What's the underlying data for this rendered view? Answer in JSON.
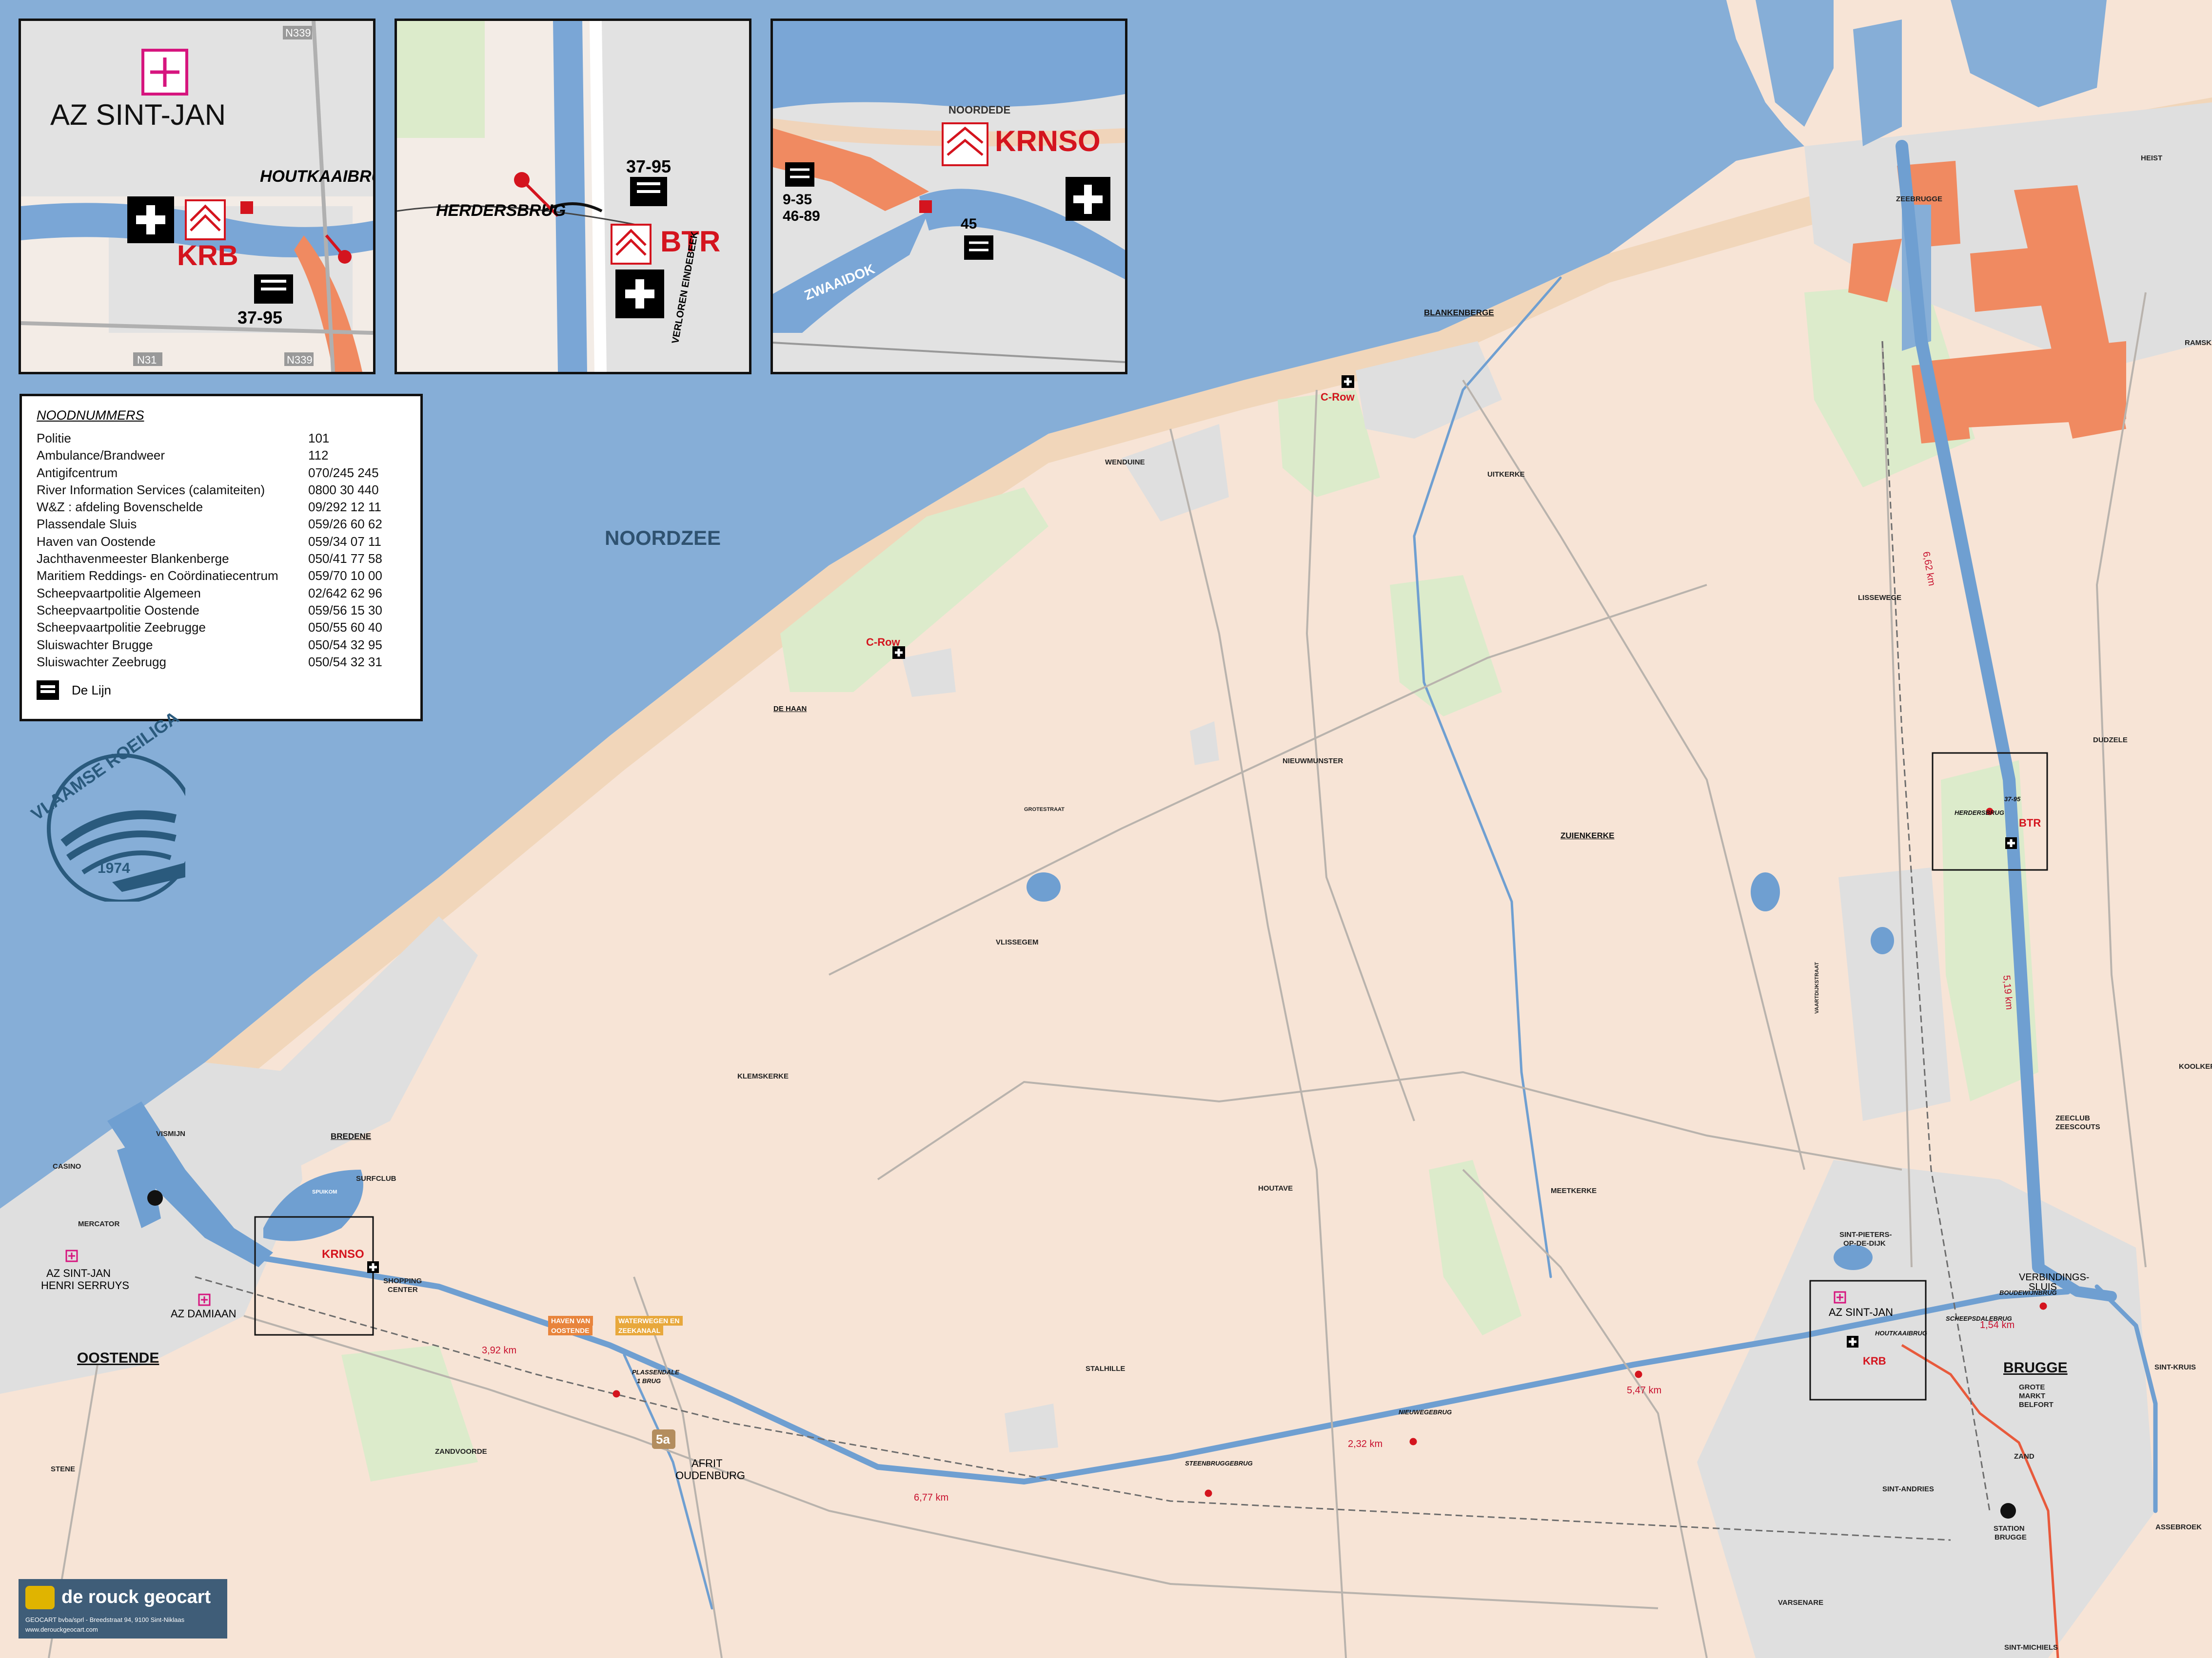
{
  "sea": {
    "name": "NOORDZEE"
  },
  "colors": {
    "sea": "#86aed7",
    "land": "#f7e4d6",
    "beach": "#f2d7bb",
    "canal": "#6f9fd1",
    "route": "#d4141e",
    "port": "#f08a61",
    "urban": "#dedede",
    "green": "#dcebcb"
  },
  "emergency": {
    "title": "NOODNUMMERS",
    "rows": [
      {
        "label": "Politie",
        "number": "101"
      },
      {
        "label": "Ambulance/Brandweer",
        "number": "112"
      },
      {
        "label": "Antigifcentrum",
        "number": "070/245 245"
      },
      {
        "label": "River Information Services (calamiteiten)",
        "number": "0800 30 440"
      },
      {
        "label": "W&Z : afdeling Bovenschelde",
        "number": "09/292 12 11"
      },
      {
        "label": "Plassendale Sluis",
        "number": "059/26 60 62"
      },
      {
        "label": "Haven van Oostende",
        "number": "059/34 07 11"
      },
      {
        "label": "Jachthavenmeester Blankenberge",
        "number": "050/41 77 58"
      },
      {
        "label": "Maritiem Reddings- en Coördinatiecentrum",
        "number": "059/70 10 00"
      },
      {
        "label": "Scheepvaartpolitie Algemeen",
        "number": "02/642 62 96"
      },
      {
        "label": "Scheepvaartpolitie Oostende",
        "number": "059/56 15 30"
      },
      {
        "label": "Scheepvaartpolitie Zeebrugge",
        "number": "050/55 60 40"
      },
      {
        "label": "Sluiswachter Brugge",
        "number": "050/54 32 95"
      },
      {
        "label": "Sluiswachter Zeebrugg",
        "number": "050/54 32 31"
      }
    ],
    "legend_delijn": "De Lijn"
  },
  "logo": {
    "name": "VLAAMSE ROEILIGA",
    "year": "1974"
  },
  "footer": {
    "company": "de rouck geocart",
    "address": "GEOCART bvba/sprl - Breedstraat 94, 9100 Sint-Niklaas",
    "url": "www.derouckgeocart.com"
  },
  "insets": {
    "krb": {
      "hospital": "AZ SINT-JAN",
      "club": "KRB",
      "bridge": "HOUTKAAIBRUG",
      "bus": "37-95",
      "road1": "N339",
      "road2": "N31",
      "road3": "N339"
    },
    "btr": {
      "club": "BTR",
      "bridge": "HERDERSBRUG",
      "bus": "37-95",
      "canal": "VERLOREN EINDEBEEK"
    },
    "krnso": {
      "club": "KRNSO",
      "bus1": "9-35",
      "bus2": "46-89",
      "bus3": "45",
      "dock1": "ZWAAIDOK",
      "dock2": "NOORDEDE"
    }
  },
  "places": {
    "heist": "HEIST",
    "zeebrugge": "ZEEBRUGGE",
    "blankenberge": "BLANKENBERGE",
    "ramskapelle": "RAMSKA",
    "wenduine": "WENDUINE",
    "uitkerke": "UITKERKE",
    "lissewege": "LISSEWEGE",
    "dehaan": "DE HAAN",
    "nieuwmunster": "NIEUWMUNSTER",
    "zuienkerke": "ZUIENKERKE",
    "dudzele": "DUDZELE",
    "vlissegem": "VLISSEGEM",
    "koolkerke": "KOOLKERKE",
    "klemskerke": "KLEMSKERKE",
    "bredene": "BREDENE",
    "vismijn": "VISMIJN",
    "casino": "CASINO",
    "mercator": "MERCATOR",
    "azsjhs1": "AZ SINT-JAN",
    "azsjhs2": "HENRI SERRUYS",
    "azdamiaan": "AZ DAMIAAN",
    "oostende": "OOSTENDE",
    "houtave": "HOUTAVE",
    "meetkerke": "MEETKERKE",
    "stpieters1": "SINT-PIETERS-",
    "stpieters2": "OP-DE-DIJK",
    "azsintjan": "AZ SINT-JAN",
    "brugge": "BRUGGE",
    "sintkruis": "SINT-KRUIS",
    "grote1": "GROTE",
    "grote2": "MARKT",
    "grote3": "BELFORT",
    "zand": "ZAND",
    "sintandries": "SINT-ANDRIES",
    "station1": "STATION",
    "station2": "BRUGGE",
    "assebroek": "ASSEBROEK",
    "varsenare": "VARSENARE",
    "sintmichiels": "SINT-MICHIELS",
    "zandvoorde": "ZANDVOORDE",
    "stene": "STENE",
    "stalhille": "STALHILLE",
    "afrit1": "AFRIT",
    "afrit2": "OUDENBURG",
    "verb1": "VERBINDINGS-",
    "verb2": "SLUIS",
    "surfclub": "SURFCLUB",
    "shopping1": "SHOPPING",
    "shopping2": "CENTER",
    "haven1": "HAVEN VAN",
    "haven2": "OOSTENDE",
    "ww1": "WATERWEGEN EN",
    "ww2": "ZEEKANAAL",
    "plassendale1": "PLASSENDALE",
    "plassendale2": "1 BRUG",
    "spuikom": "SPUIKOM",
    "zeescouts1": "ZEECLUB",
    "zeescouts2": "ZEESCOUTS",
    "nieuwegebrug": "NIEUWEGEBRUG",
    "steenbruggebrug": "STEENBRUGGEBRUG",
    "scheepsdale": "SCHEEPSDALEBRUG",
    "houtkaaibrug": "HOUTKAAIBRUG",
    "dampoort": "BOUDEWIJNBRUG",
    "vaartdijk": "VAARTDIJKSTRAAT",
    "grotestraat": "GROTESTRAAT",
    "crow1": "C-Row",
    "crow2": "C-Row",
    "mini_krnso": "KRNSO",
    "mini_btr": "BTR",
    "mini_krb": "KRB",
    "mini_herdersbrug": "HERDERSBRUG",
    "mini_bus": "37-95",
    "exit": "5a"
  },
  "distances": {
    "d1": "6,62 km",
    "d2": "5,19 km",
    "d3": "1,54 km",
    "d4": "5,47 km",
    "d5": "2,32 km",
    "d6": "6,77 km",
    "d7": "3,92 km"
  }
}
